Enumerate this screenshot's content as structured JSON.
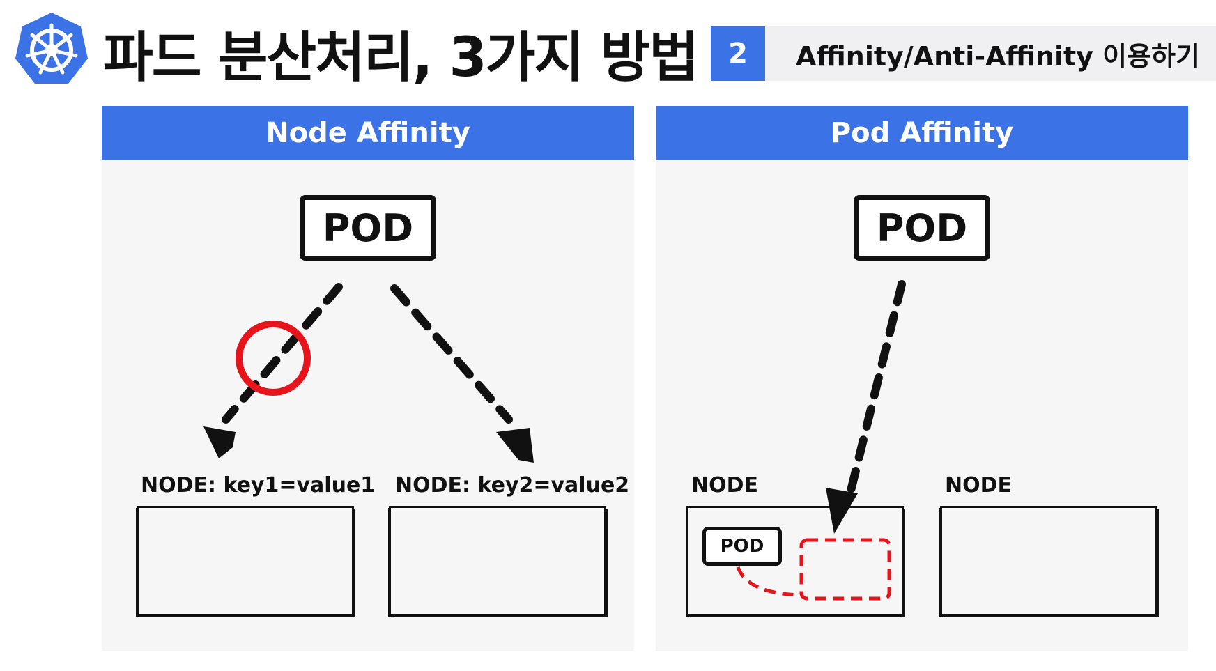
{
  "header": {
    "title": "파드 분산처리, 3가지 방법",
    "step_number": "2",
    "step_label": "Affinity/Anti-Affinity 이용하기"
  },
  "panels": {
    "left": {
      "title": "Node Affinity",
      "pod_label": "POD",
      "nodes": [
        "NODE: key1=value1",
        "NODE: key2=value2"
      ]
    },
    "right": {
      "title": "Pod Affinity",
      "pod_label": "POD",
      "nodes": [
        "NODE",
        "NODE"
      ],
      "inner_pod_label": "POD"
    }
  },
  "colors": {
    "accent": "#3b73e6",
    "highlight": "#e8141b",
    "ink": "#111111"
  },
  "icons": [
    "kubernetes-helm-icon"
  ]
}
